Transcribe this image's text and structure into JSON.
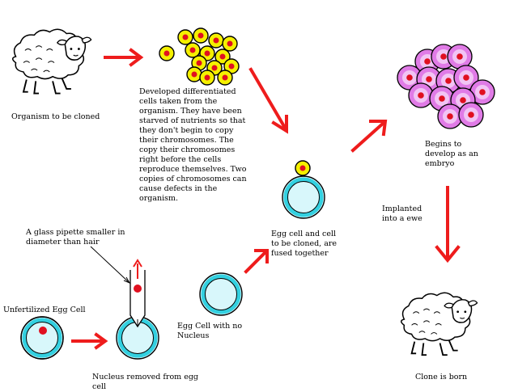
{
  "labels": {
    "organism": "Organism to be cloned",
    "cells_description": "Developed differentiated cells taken from the organism.  They have been starved of nutrients so that they don't begin to copy their chromosomes.  The copy their chromosomes right before the cells reproduce themselves.  Two copies of chromosomes can cause defects in the organism.",
    "embryo": "Begins to develop as an embryo",
    "fused": "Egg cell and cell to be cloned, are fused together",
    "implanted": "Implanted into a ewe",
    "pipette": "A glass pipette smaller in diameter than hair",
    "unfertilized": "Unfertilized Egg Cell",
    "nucleus_removed": "Nucleus removed from egg cell",
    "no_nucleus": "Egg Cell with no Nucleus",
    "clone": "Clone is born"
  },
  "colors": {
    "arrow": "#ee1c1c",
    "egg_ring": "#33d0e0",
    "egg_inner": "#d8f7fb",
    "nucleus": "#e01020",
    "yellow_cell": "#f5f000",
    "embryo_outer": "#e07be6",
    "embryo_inner": "#f2c4f4"
  }
}
